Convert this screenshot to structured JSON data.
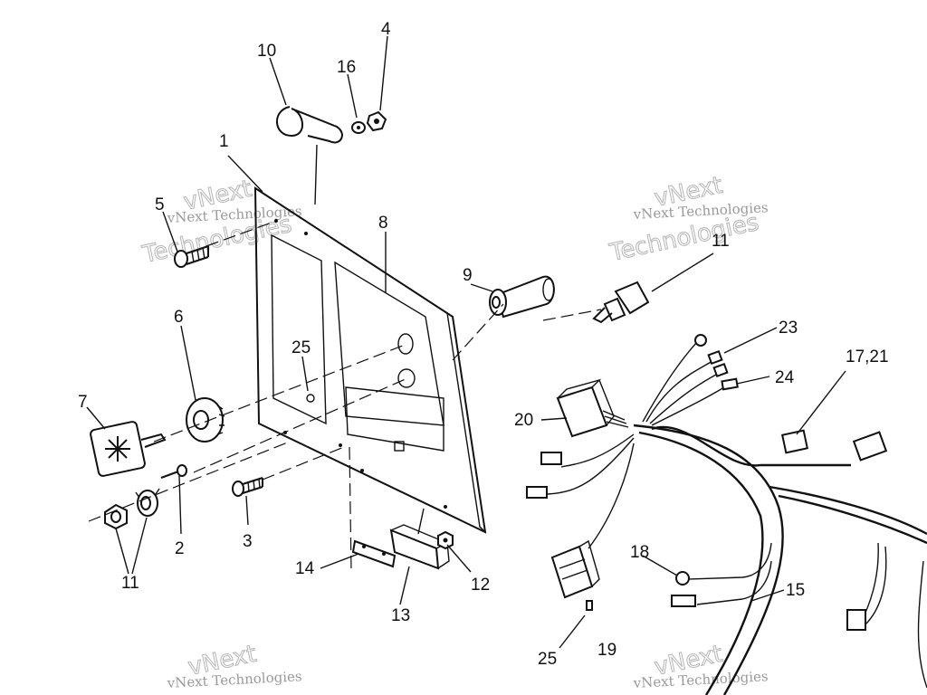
{
  "callouts": [
    {
      "id": "c10",
      "text": "10"
    },
    {
      "id": "c16",
      "text": "16"
    },
    {
      "id": "c4",
      "text": "4"
    },
    {
      "id": "c1",
      "text": "1"
    },
    {
      "id": "c5",
      "text": "5"
    },
    {
      "id": "c8",
      "text": "8"
    },
    {
      "id": "c9",
      "text": "9"
    },
    {
      "id": "c11a",
      "text": "11"
    },
    {
      "id": "c6",
      "text": "6"
    },
    {
      "id": "c25a",
      "text": "25"
    },
    {
      "id": "c23",
      "text": "23"
    },
    {
      "id": "c1721",
      "text": "17,21"
    },
    {
      "id": "c24",
      "text": "24"
    },
    {
      "id": "c7",
      "text": "7"
    },
    {
      "id": "c20",
      "text": "20"
    },
    {
      "id": "c2",
      "text": "2"
    },
    {
      "id": "c3",
      "text": "3"
    },
    {
      "id": "c11b",
      "text": "11"
    },
    {
      "id": "c14",
      "text": "14"
    },
    {
      "id": "c12",
      "text": "12"
    },
    {
      "id": "c13",
      "text": "13"
    },
    {
      "id": "c18",
      "text": "18"
    },
    {
      "id": "c15",
      "text": "15"
    },
    {
      "id": "c25b",
      "text": "25"
    },
    {
      "id": "c19",
      "text": "19"
    }
  ],
  "watermark": {
    "line1": "vNext Technologies",
    "line2": "vNext",
    "line3": "Technologies"
  },
  "colors": {
    "ink": "#111111",
    "watermark": "#b5b5b5",
    "background": "#ffffff"
  }
}
